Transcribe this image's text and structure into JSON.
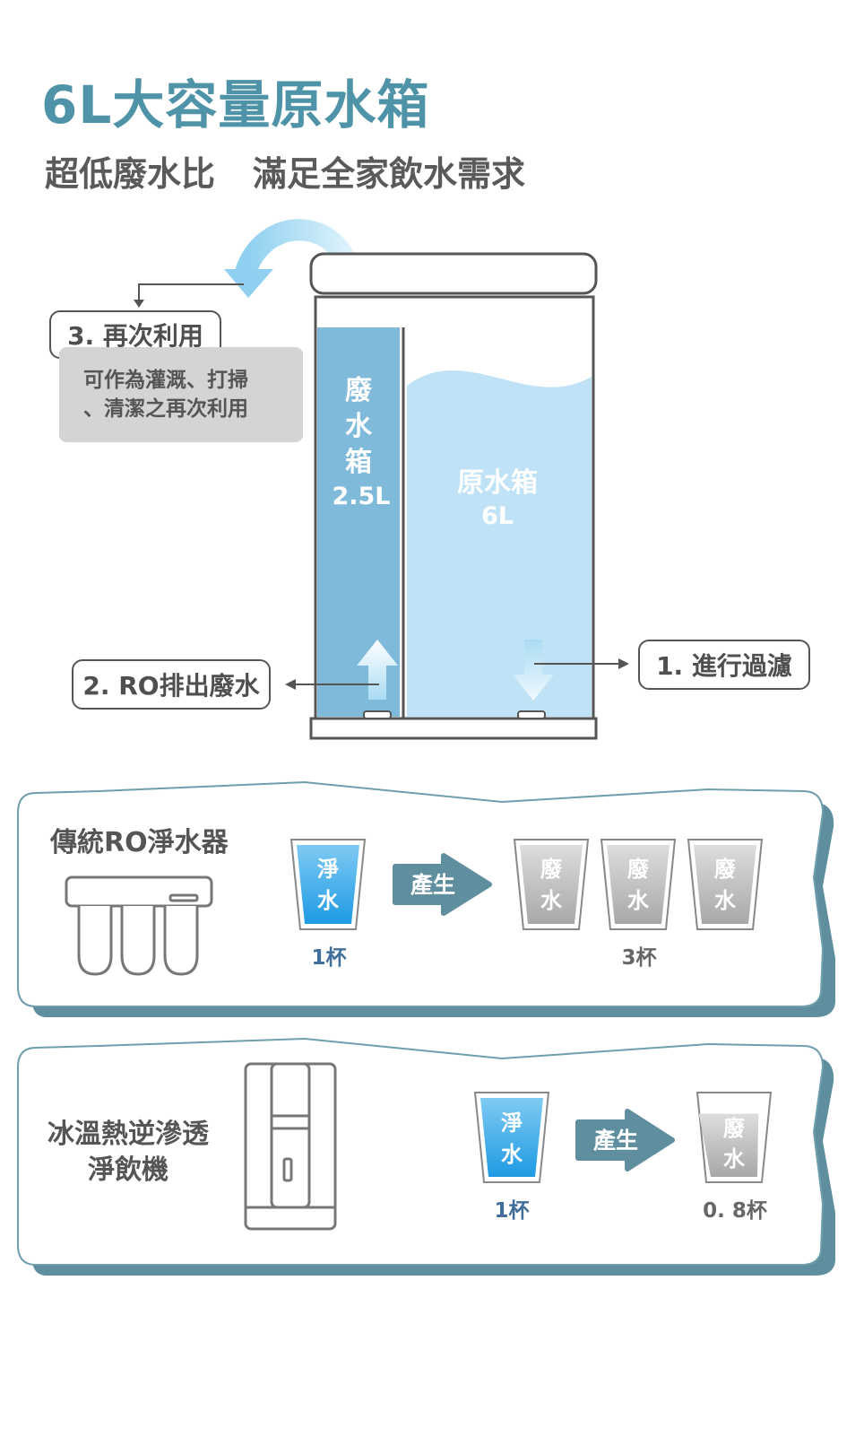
{
  "heading": {
    "title": "6L大容量原水箱",
    "subtitle_left": "超低廢水比",
    "subtitle_right": "滿足全家飲水需求"
  },
  "diagram": {
    "step3_label": "3. 再次利用",
    "reuse_note_line1": "可作為灌溉、打掃",
    "reuse_note_line2": "、清潔之再次利用",
    "waste_tank_chars": [
      "廢",
      "水",
      "箱"
    ],
    "waste_tank_capacity": "2.5L",
    "raw_tank_name": "原水箱",
    "raw_tank_capacity": "6L",
    "step2_label": "2. RO排出廢水",
    "step1_label": "1. 進行過濾"
  },
  "comparison": {
    "traditional": {
      "title": "傳統RO淨水器",
      "pure_cup_chars": [
        "淨",
        "水"
      ],
      "pure_count": "1杯",
      "produce_label": "產生",
      "waste_cup_chars": [
        "廢",
        "水"
      ],
      "waste_count": "3杯",
      "waste_cups": 3
    },
    "ours": {
      "title_line1": "冰溫熱逆滲透",
      "title_line2": "淨飲機",
      "pure_cup_chars": [
        "淨",
        "水"
      ],
      "pure_count": "1杯",
      "produce_label": "產生",
      "waste_cup_chars": [
        "廢",
        "水"
      ],
      "waste_count": "0. 8杯",
      "waste_fill_fraction": 0.8
    }
  },
  "colors": {
    "title_teal": "#4f93a8",
    "waste_tank_blue": "#7fbadb",
    "raw_tank_blue": "#bfe2f7",
    "panel_shadow": "#5f8f9f",
    "arrow_badge": "#5f8f9f",
    "pure_water_blue": "#2aa3e6"
  }
}
